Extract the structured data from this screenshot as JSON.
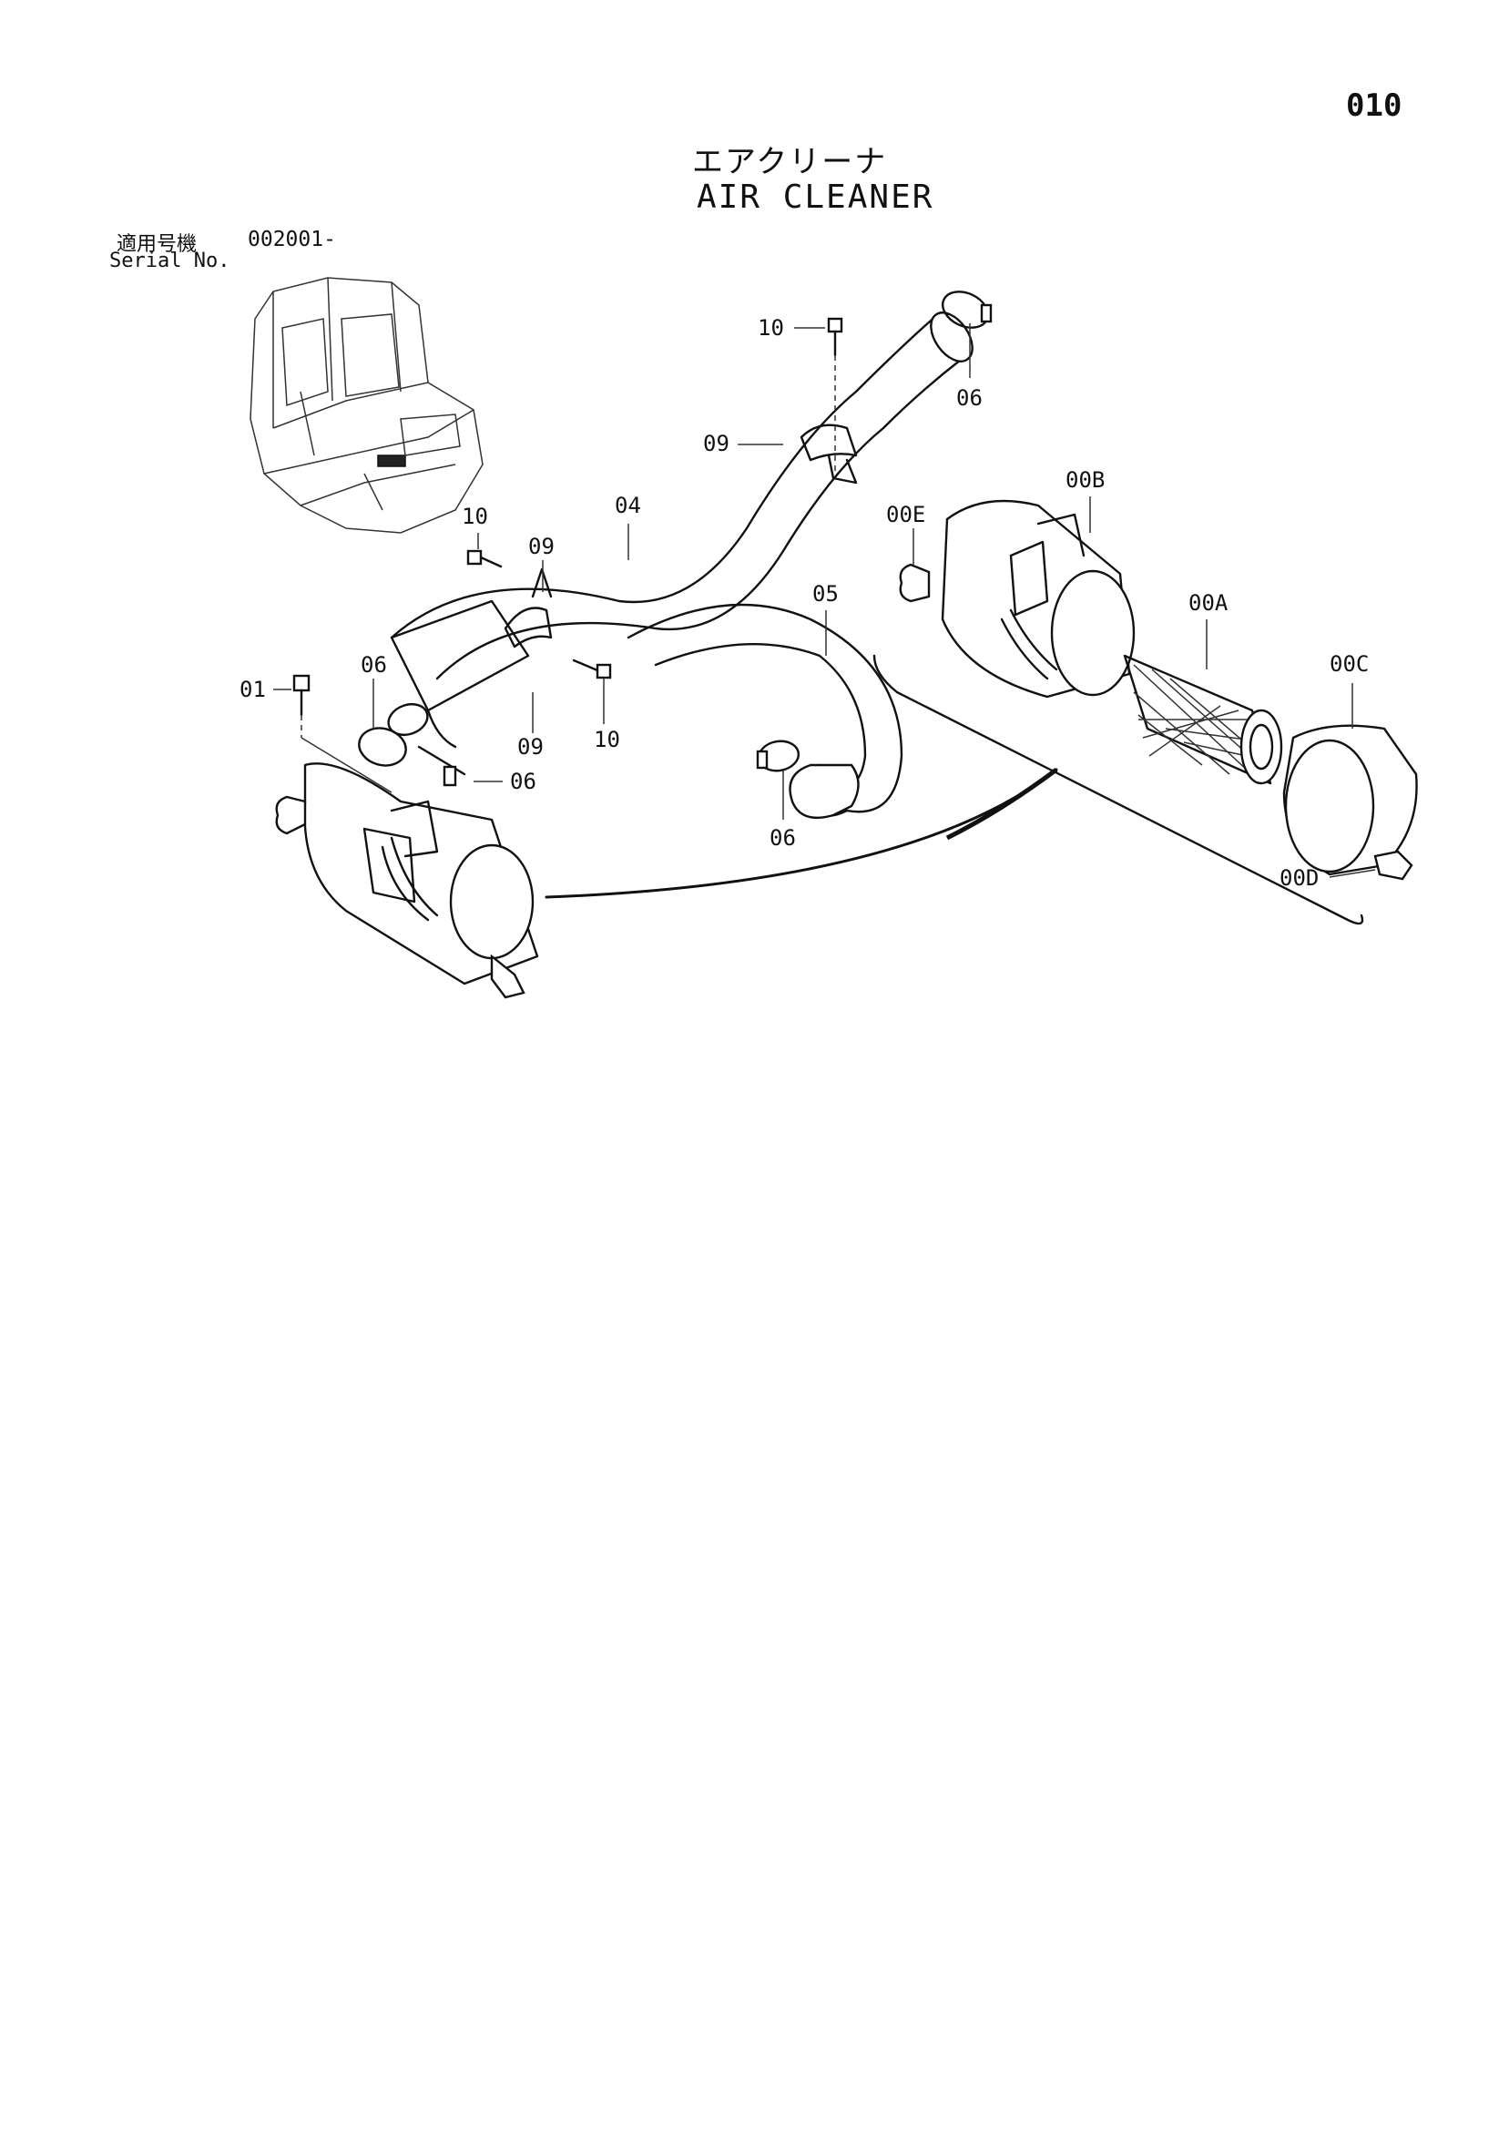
{
  "page_number": "010",
  "title_jp": "エアクリーナ",
  "title_en": "AIR CLEANER",
  "serial": {
    "label_jp": "適用号機",
    "label_en": "Serial No.",
    "value": "002001-"
  },
  "callouts": {
    "c01": "01",
    "c04": "04",
    "c05": "05",
    "c06a": "06",
    "c06b": "06",
    "c06c": "06",
    "c06d": "06",
    "c09a": "09",
    "c09b": "09",
    "c09c": "09",
    "c10a": "10",
    "c10b": "10",
    "c10c": "10",
    "c00A": "00A",
    "c00B": "00B",
    "c00C": "00C",
    "c00D": "00D",
    "c00E": "00E"
  }
}
